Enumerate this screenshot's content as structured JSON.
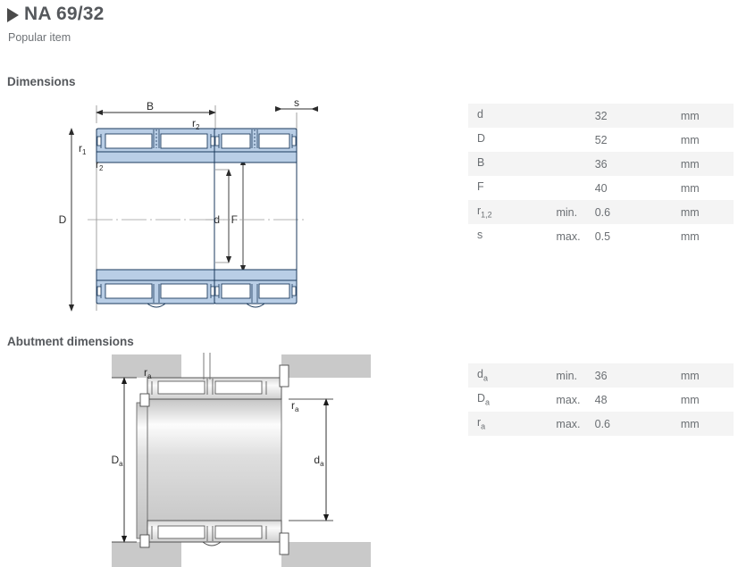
{
  "header": {
    "designation": "NA 69/32",
    "subtitle": "Popular item",
    "expand_icon": "triangle-right-icon"
  },
  "sections": {
    "dimensions_heading": "Dimensions",
    "abutment_heading": "Abutment dimensions"
  },
  "dimensions_table": {
    "rows": [
      {
        "symbol": "d",
        "sub": "",
        "qualifier": "",
        "value": "32",
        "unit": "mm"
      },
      {
        "symbol": "D",
        "sub": "",
        "qualifier": "",
        "value": "52",
        "unit": "mm"
      },
      {
        "symbol": "B",
        "sub": "",
        "qualifier": "",
        "value": "36",
        "unit": "mm"
      },
      {
        "symbol": "F",
        "sub": "",
        "qualifier": "",
        "value": "40",
        "unit": "mm"
      },
      {
        "symbol": "r",
        "sub": "1,2",
        "qualifier": "min.",
        "value": "0.6",
        "unit": "mm"
      },
      {
        "symbol": "s",
        "sub": "",
        "qualifier": "max.",
        "value": "0.5",
        "unit": "mm"
      }
    ]
  },
  "abutment_table": {
    "rows": [
      {
        "symbol": "d",
        "sub": "a",
        "qualifier": "min.",
        "value": "36",
        "unit": "mm"
      },
      {
        "symbol": "D",
        "sub": "a",
        "qualifier": "max.",
        "value": "48",
        "unit": "mm"
      },
      {
        "symbol": "r",
        "sub": "a",
        "qualifier": "max.",
        "value": "0.6",
        "unit": "mm"
      }
    ]
  },
  "dimension_drawing": {
    "labels": {
      "B": "B",
      "D": "D",
      "d": "d",
      "F": "F",
      "s": "s",
      "r1": "r",
      "r1_sub": "1",
      "r2": "r",
      "r2_sub": "2"
    }
  },
  "abutment_drawing": {
    "labels": {
      "Da": "D",
      "Da_sub": "a",
      "da": "d",
      "da_sub": "a",
      "ra": "r",
      "ra_sub": "a"
    }
  },
  "colors": {
    "bearing_fill": "#b9cee6",
    "bearing_stroke": "#1b3a5c",
    "housing_gray": "#c9c9c9",
    "shaft_gray": "#d0d0d0",
    "table_stripe": "#f4f4f4",
    "text": "#6b6f73",
    "heading": "#55585c"
  }
}
